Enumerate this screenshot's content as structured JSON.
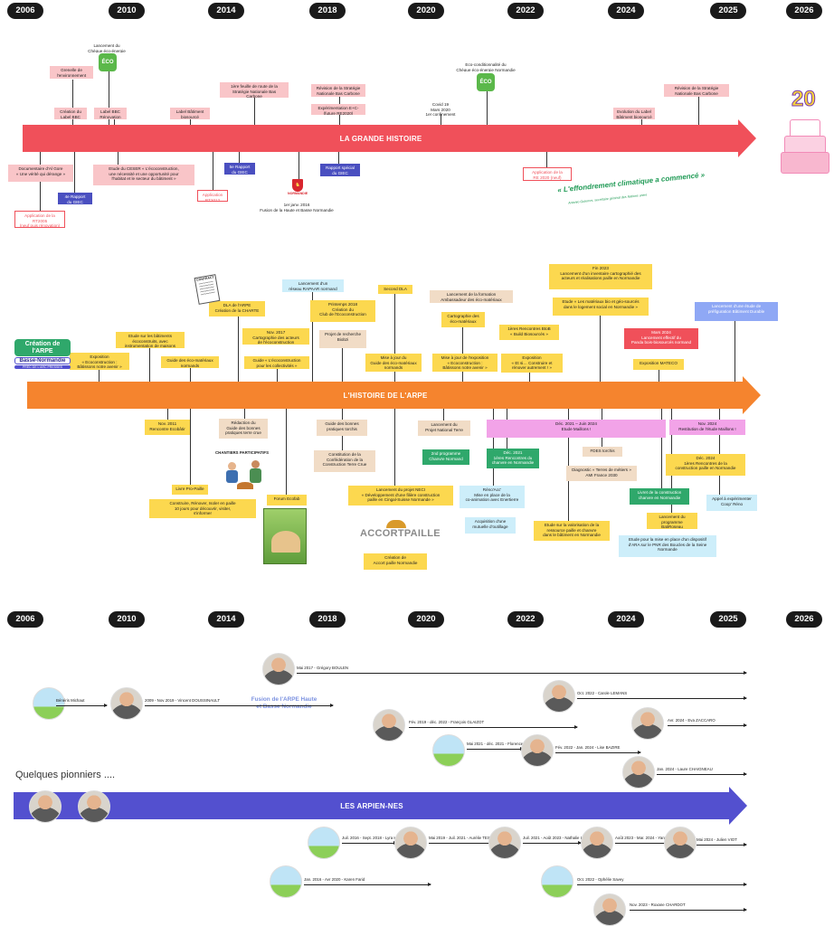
{
  "years": [
    "2006",
    "2010",
    "2014",
    "2018",
    "2020",
    "2022",
    "2024",
    "2025",
    "2026"
  ],
  "colors": {
    "grande": "#f0505a",
    "arpe": "#f5842e",
    "arpiennes": "#5350cf",
    "box_yellow": "#fcd84f",
    "box_pink": "#f9c5c8"
  },
  "grande_histoire": {
    "title": "LA GRANDE HISTOIRE",
    "eco_logo": "ÉCO",
    "annotation": "« L'effondrement climatique a commencé »",
    "annotation_author": "Antonio Guterres, secrétaire général des Nations unies",
    "normandie_logo": "NORMANDIE",
    "cake_number": "20",
    "items": [
      {
        "id": "g1",
        "t": "Lancement du\nChèque éco-énergie Normandie"
      },
      {
        "id": "g2",
        "t": "Grenelle de\nl'environnement"
      },
      {
        "id": "g3",
        "t": "Création du\nLabel BBC"
      },
      {
        "id": "g4",
        "t": "Label BBC\nRénovation"
      },
      {
        "id": "g5",
        "t": "Label Bâtiment\nbiosourcé"
      },
      {
        "id": "g6",
        "t": "1ère feuille de route de la\nStratégie Nationale Bas\nCarbone"
      },
      {
        "id": "g7",
        "t": "Révision de la Stratégie\nNationale Bas Carbone"
      },
      {
        "id": "g8",
        "t": "Expérimentation E+C-\n(future RE2020)"
      },
      {
        "id": "g9",
        "t": "Covid 19\nMars 2020\n1er confinement"
      },
      {
        "id": "g10",
        "t": "Eco-conditionnalité du\nChèque éco-énergie Normandie"
      },
      {
        "id": "g11",
        "t": "Evolution du Label\nBâtiment biosourcé"
      },
      {
        "id": "g12",
        "t": "Révision de la Stratégie\nNationale Bas Carbone"
      },
      {
        "id": "g13",
        "t": "Documentaire d'Al Gore\n« Une vérité qui dérange »"
      },
      {
        "id": "g14",
        "t": "Application de la\nRT2005\n(neuf puis rénovation)"
      },
      {
        "id": "g15",
        "t": "4e Rapport\ndu GIEC"
      },
      {
        "id": "g16",
        "t": "Etude du CESER « L'écoconstruction,\nune nécessité et une opportunité pour\nl'habitat et le secteur du bâtiment »"
      },
      {
        "id": "g17",
        "t": "Application\nRT2012"
      },
      {
        "id": "g18",
        "t": "5e Rapport\ndu GIEC"
      },
      {
        "id": "g19",
        "t": "1er janv. 2016\nFusion de la Haute et Basse Normandie"
      },
      {
        "id": "g20",
        "t": "Rapport spécial\ndu GIEC"
      },
      {
        "id": "g21",
        "t": "Application de la\nRE 2020 (neuf)"
      }
    ]
  },
  "arpe": {
    "title": "L'HISTOIRE DE L'ARPE",
    "creation_title": "Création de\nl'ARPE",
    "creation_region": "Basse-Normandie",
    "creation_tag": "PRÉC DE L'ARC PRESSES",
    "contract": "CONTRACT",
    "chantiers": "CHANTIERS PARTICIPATIFS",
    "accort_logo": "ACCORTPAILLE",
    "items": [
      {
        "id": "a1",
        "t": "Exposition\n« Ecoconstruction :\nBâtissons notre avenir »"
      },
      {
        "id": "a2",
        "t": "Etude sur les bâtiments\nécoconstruits, avec\ninstrumentation de maisons"
      },
      {
        "id": "a3",
        "t": "Guide des éco-matériaux\nnormands"
      },
      {
        "id": "a4",
        "t": "DLA de l'ARPE\nCréation de la CHARTE"
      },
      {
        "id": "a5",
        "t": "Nov. 2017\nCartographie des acteurs\nde l'écoconstruction"
      },
      {
        "id": "a6",
        "t": "Guide « L'écoconstruction\npour les collectivités »"
      },
      {
        "id": "a7",
        "t": "Lancement d'un\nréseau RAPAAR normand"
      },
      {
        "id": "a8",
        "t": "Printemps 2018\nCréation du\nClub de l'Ecoconstruction"
      },
      {
        "id": "a9",
        "t": "Projet de recherche\nBiobzi"
      },
      {
        "id": "a10",
        "t": "Second DLA"
      },
      {
        "id": "a11",
        "t": "Mise à jour du\nGuide des éco-matériaux\nnormands"
      },
      {
        "id": "a12",
        "t": "Lancement de la formation\nAmbassadeur des éco-matériaux"
      },
      {
        "id": "a13",
        "t": "Cartographie des\néco-matériaux"
      },
      {
        "id": "a14",
        "t": "Mise à jour de l'exposition\n« Ecoconstruction :\nBâtissons notre avenir »"
      },
      {
        "id": "a15",
        "t": "Fin 2023\nLancement d'un inventaire cartographié des\nacteurs et réalisations paille en Normandie"
      },
      {
        "id": "a16",
        "t": "Etude « Les matériaux bio et géo-sourcés\ndans le logement social en Normandie »"
      },
      {
        "id": "a17",
        "t": "1ères Rencontres BtoB\n« Build Biosourcés »"
      },
      {
        "id": "a18",
        "t": "Exposition\n« Et si… Construire et\nrénover autrement ! »"
      },
      {
        "id": "a19",
        "t": "Mars 2024\nLancement effectif du\nPanda bois-biosourcés normand"
      },
      {
        "id": "a20",
        "t": "Exposition MATECO"
      },
      {
        "id": "a21",
        "t": "Lancement d'une étude de\npréfiguration Bâtiment Durable"
      },
      {
        "id": "a22",
        "t": "Nov. 2011\nRencontre Ecobâtir"
      },
      {
        "id": "a23",
        "t": "Livre Pro-Paille"
      },
      {
        "id": "a24",
        "t": "Construire, Rénover, Isoler en paille\n10 jours pour découvrir, visiter,\ns'informer"
      },
      {
        "id": "a25",
        "t": "Rédaction du\nGuide des bonnes\npratiques terre crue"
      },
      {
        "id": "a26",
        "t": "Forum Ecofab"
      },
      {
        "id": "a27",
        "t": "Guide des bonnes\npratiques torchis"
      },
      {
        "id": "a28",
        "t": "Constitution de la\nConfédération de la\nConstruction Terre Crue"
      },
      {
        "id": "a29",
        "t": "Lancement du projet NECI\n« Développement d'une filière construction\npaille en Cingal-Suisse Normande »"
      },
      {
        "id": "a30",
        "t": "Création de\nAccort paille Normandie"
      },
      {
        "id": "a31",
        "t": "Lancement du\nProjet National Terre"
      },
      {
        "id": "a32",
        "t": "2nd programme\nChanvre Normand"
      },
      {
        "id": "a33",
        "t": "Déc. 2021 – Juin 2024\nEtude Maillons !"
      },
      {
        "id": "a34",
        "t": "Déc. 2021\n1ères Rencontres du\nchanvre en Normandie"
      },
      {
        "id": "a35",
        "t": "Réno'Acc'\nMise en place de la\nco-animation avec Enertierre"
      },
      {
        "id": "a36",
        "t": "Acquisition d'une\nmutuelle d'outillage"
      },
      {
        "id": "a37",
        "t": "FDES torchis"
      },
      {
        "id": "a38",
        "t": "Diagnostic « Terres de métiers »\nAMI France 2030"
      },
      {
        "id": "a39",
        "t": "Etude sur la valorisation de la\nressource paille et chanvre\ndans le bâtiment en Normandie"
      },
      {
        "id": "a40",
        "t": "Livret de la construction\nchanvre en Normandie"
      },
      {
        "id": "a41",
        "t": "Lancement du programme\nBatiRoseau"
      },
      {
        "id": "a42",
        "t": "Etude pour la mise en place d'un dispositif\nd'ARA sur le PNR des Boucles de la Seine\nNormande"
      },
      {
        "id": "a43",
        "t": "Nov. 2024\nRestitution de l'étude Maillons !"
      },
      {
        "id": "a44",
        "t": "Déc. 2024\n1ères Rencontres de la\nconstruction paille en Normandie"
      },
      {
        "id": "a45",
        "t": "Appel à expérimenter\nCoop' Réno"
      }
    ]
  },
  "arpiennes": {
    "title": "LES ARPIEN-NES",
    "pionniers": "Quelques pionniers ....",
    "fusion": "Fusion de l'ARPE Haute\net Basse Normandie",
    "people": [
      {
        "id": "p1",
        "t": "Mai 2017 - Grégory BOULEN"
      },
      {
        "id": "p2",
        "t": "Bénéris Michaut"
      },
      {
        "id": "p3",
        "t": "2009 - Nov 2019 - Vincent DOUSSINAULT"
      },
      {
        "id": "p4",
        "t": "Oct. 2022 - Carole LEMANS"
      },
      {
        "id": "p5",
        "t": "Fév. 2019 - déc. 2022 - François GLAIZOT"
      },
      {
        "id": "p6",
        "t": "Avr. 2024 - Eva ZACCARO"
      },
      {
        "id": "p7",
        "t": "Mai 2021 - déc. 2021 - Florence PETITGUYOT"
      },
      {
        "id": "p8",
        "t": "Fév. 2022 - Jan. 2024 - Lise BAZIRE"
      },
      {
        "id": "p9",
        "t": "Jan. 2024 - Laure CHAIGNEAU"
      },
      {
        "id": "p10",
        "t": "Juil. 2016 - Sept. 2018 - Lyra Herten"
      },
      {
        "id": "p11",
        "t": "Mai 2019 - Juil. 2021 - Aurélie TESSON"
      },
      {
        "id": "p12",
        "t": "Juil. 2021 - Août 2023 - Nathalie LEMARCHAND"
      },
      {
        "id": "p13",
        "t": "Août 2023 - Mar. 2024 - Yannick THEBAUD"
      },
      {
        "id": "p14",
        "t": "Mai 2024 - Julien VIOT"
      },
      {
        "id": "p15",
        "t": "Jan. 2016 - Avr 2020 - Karen Farid"
      },
      {
        "id": "p16",
        "t": "Oct. 2022 - Ophélie Savey"
      },
      {
        "id": "p17",
        "t": "Nov. 2023 - Roxane CHARDOT"
      }
    ]
  }
}
